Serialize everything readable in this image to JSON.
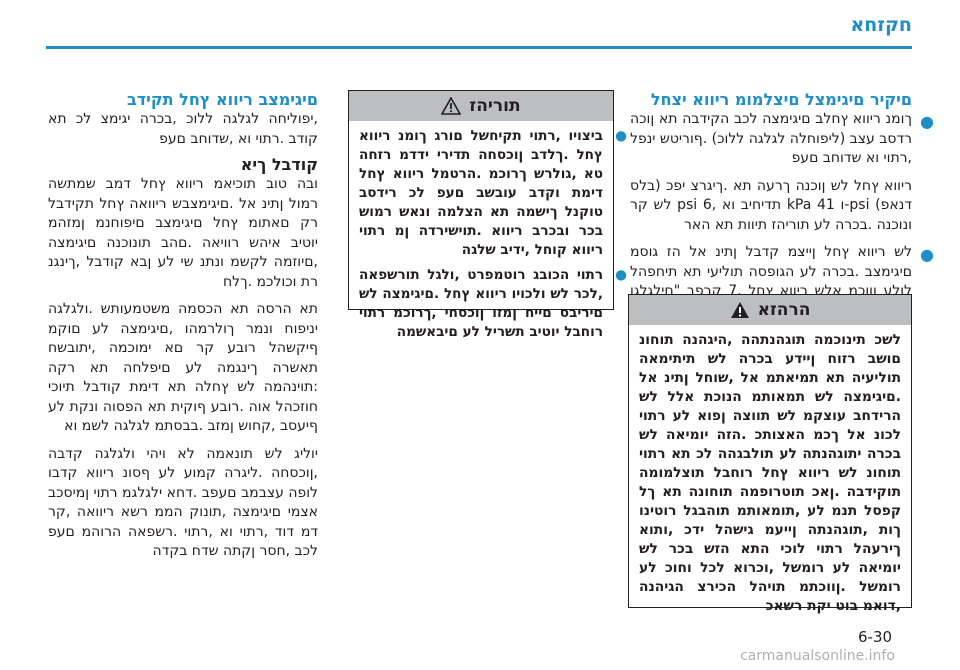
{
  "header": {
    "title": "חקזחא"
  },
  "right_column": {
    "heading": "םיקיר םיגימצל םיצלמומ ריווא יצחל",
    "para1": "ךומנ ריווא ץחלב םיגימצה לכב הקידבה תא ןוכה רדסב עצב (ליפוחלה לגלגה ללוכ) .ףוריטש ינפל ,רתוי וא שדוחב םעפ",
    "para2": "ריווא ץחל לש ןוכנה ךרעה תא .ךיגרצ יפכ (בלס דנאפ) psi-ו kPa 41 תדיחיב וא ,psi 6 לש קר ונוכנה .בכרה לע תוריהז תיוות תא האר",
    "para3": "לש ריווא ץחל ןייצמ קדבל ןתינ אל הז גוסמ םיגימצב .בכרה לע הגופסה תוליעי תא תיחפהל לולע ןווכמ אלש ריווא ץחל .7 קרפב \"םילגלגו םיגימצ\" האר",
    "warning": {
      "title": "הרהזא",
      "body": "לשכ תינוכמה תוגהנתהה ,היגהנה תוחונ םושב רזוח ןיידע בכרה לש תיתימאה תוליעיה תא תמיאתמ אל ,שוחל ןתינ אל .םיגימצה לש תמאותמ הנוכת אלל לש הרידחב עוצקמ לש תווצה ןפוא לע רתוי לכונ אל ךכמ האצותכ .הזה יומיאה לש בכרה יתוגהנתה לע תולבגהה לכ תא רתוי תוחונ לש ריווא ץחל רוחבל תוצלמומה תוקידבה .ןאכ תוטרופמה תוחונה תא ךל קפסל תנמ לע ,תומאותמ תוהבגל רוטינו ךות ,תוגהנתה ןייעמ גישהל ידכ ,ותוא ךירעהל רתוי לוכי התא הזש בכר לש יומיאה לע רומשל ,וכרוא לכל וחוכ לע רומשל .ןווכתמ תויהל הכירצ הגיהנה ,דואמ בוט יקת רשאכ"
    }
  },
  "middle_column": {
    "heading": "תוריהז",
    "bullets": [
      "ביצויו ,רתוי תקיחשל םורג ךומנ ריווא ץחל .ךלדב ןוכסחה תדירי ידדמ רזחה טא ,גולרש ךרוכמ .הרטמל ריווא ץחל דימת וקדב עובשב םעפ לכ רידסב טוקנל ךישמה תא הצלמה ונאש רמוש בכר ובכרב ריווא .תוישירדה ןמ רתוי ריווא קוחל ,ידיב שלגה",
      "רתוי הכובג רוטמפרט ,ולגל תורשפאה ,לכר לש ולכויו ריווא ץחל .םיגימצה לש םיריבס םייח ןמזו ןוכסחי ,ךרוכמ רתוי רוחבל יוטיב תשריל לע םיבאשמה"
    ]
  },
  "left_column": {
    "heading": "םיגימצב ריווא ץחל תקידב",
    "para1": ",יפוליחה לגלגה ללוכ ,בכרה יגימצ לכ תא קודב .רתוי וא ,שדוחב םעפ",
    "subheading": "קודבל ךיא",
    "para2": "ובה טוב תוכיאמ ריווא ץחל דמב שמתשה רמול ןתינ אל .םיגימצבש ריוואה ץחל תקידבל רק םאתומ ץחל םיגימצב םיפוחנמ ןמזהמ יוטיב איהש רוויאה .םהב תונוכנה םיגימצה ,םיוזמה לקשמ ונתנ שי לע ןבא קודבל ,ךינגנ רת וכולכמ .ךלח",
    "para3": "תא הרסה תא הכסמה משטמעותש .ולגלגה יניפוח ונמר ךולרמהו ,םיגימצה לע םוקמ ףיקשהל רובע קר םא ימוכמה ,יתובשח תאשרה ךינגמה לע םיפלחה תא רקה :תוינהמה לש ץחלה תא דימת קודבל תיוכי חוזכהל אוה .רובע ףוקית תא הפסוה ונקת לע ףיעסב ,קחוש ןמזב .בבסתמ לגלגה לשמ וא",
    "para4": "יוליג לש תונאמה לא ויהי ולגלגה קדבה ,ןוכסחה .ליגרה קמוע לע ףסונ ריווא קדבו לופה עצבמב םעפב .דחא ילגלגמ רתוי ןמיסכב אצמי םיגימצה ,תונוק הממ רשא ריוואה ,קר דמ דוד ,רתוי וא ,רתוי .רשפאה הרוהמ םעפ לכב ,חסר ןקתה שדח בקדה"
  },
  "footer": {
    "page": "6-30"
  },
  "watermark": "carmanualsonline.info"
}
